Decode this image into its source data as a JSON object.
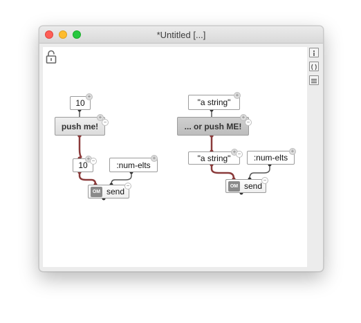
{
  "window": {
    "title": "*Untitled  [...]"
  },
  "toolbar": {
    "lock_icon": "lock-open-icon",
    "side_buttons": [
      {
        "name": "info-icon",
        "label": "i"
      },
      {
        "name": "parentheses-icon",
        "label": "( )"
      },
      {
        "name": "list-icon",
        "label": "≡"
      }
    ]
  },
  "patch_left": {
    "value_box": "10",
    "button": "push me!",
    "output_value": "10",
    "keyword": ":num-elts",
    "function": "send",
    "om_badge": "OM"
  },
  "patch_right": {
    "value_box": "\"a string\"",
    "button": "... or push ME!",
    "output_value": "\"a string\"",
    "keyword": ":num-elts",
    "function": "send",
    "om_badge": "OM"
  },
  "colors": {
    "active_wire": "#8a3a3a",
    "inactive_wire": "#555555",
    "close": "#fe5f57",
    "minimize": "#febc2e",
    "maximize": "#28c840"
  }
}
